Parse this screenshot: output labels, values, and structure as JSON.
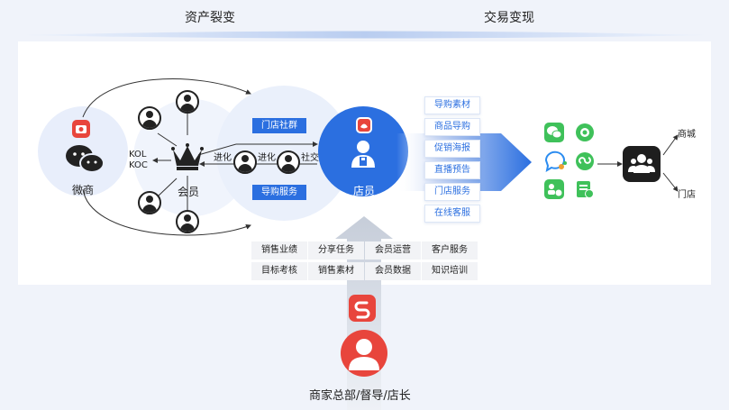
{
  "header": {
    "left_title": "资产裂变",
    "right_title": "交易变现"
  },
  "left": {
    "weishang_label": "微商",
    "kol_label": "KOL",
    "koc_label": "KOC",
    "member_label": "会员",
    "evolve_1": "进化",
    "evolve_2": "进化",
    "social_label": "社交"
  },
  "center": {
    "store_group_button": "门店社群",
    "guide_service_button": "导购服务",
    "clerk_label": "店员"
  },
  "features": [
    "导购素材",
    "商品导购",
    "促销海报",
    "直播预告",
    "门店服务",
    "在线客服"
  ],
  "tasks": [
    [
      "销售业绩",
      "分享任务",
      "会员运营",
      "客户服务"
    ],
    [
      "目标考核",
      "销售素材",
      "会员数据",
      "知识培训"
    ]
  ],
  "outputs": {
    "mall_label": "商城",
    "store_label": "门店"
  },
  "bottom": {
    "role_label": "商家总部/督导/店长"
  },
  "colors": {
    "primary_blue": "#2b6fe0",
    "brand_red": "#e8453c",
    "wechat_green": "#3fc15a"
  },
  "icons": [
    "wechat-icon",
    "camera-icon",
    "miniprogram-icon",
    "crown-icon",
    "store-logo-icon",
    "user-icon",
    "group-icon"
  ]
}
